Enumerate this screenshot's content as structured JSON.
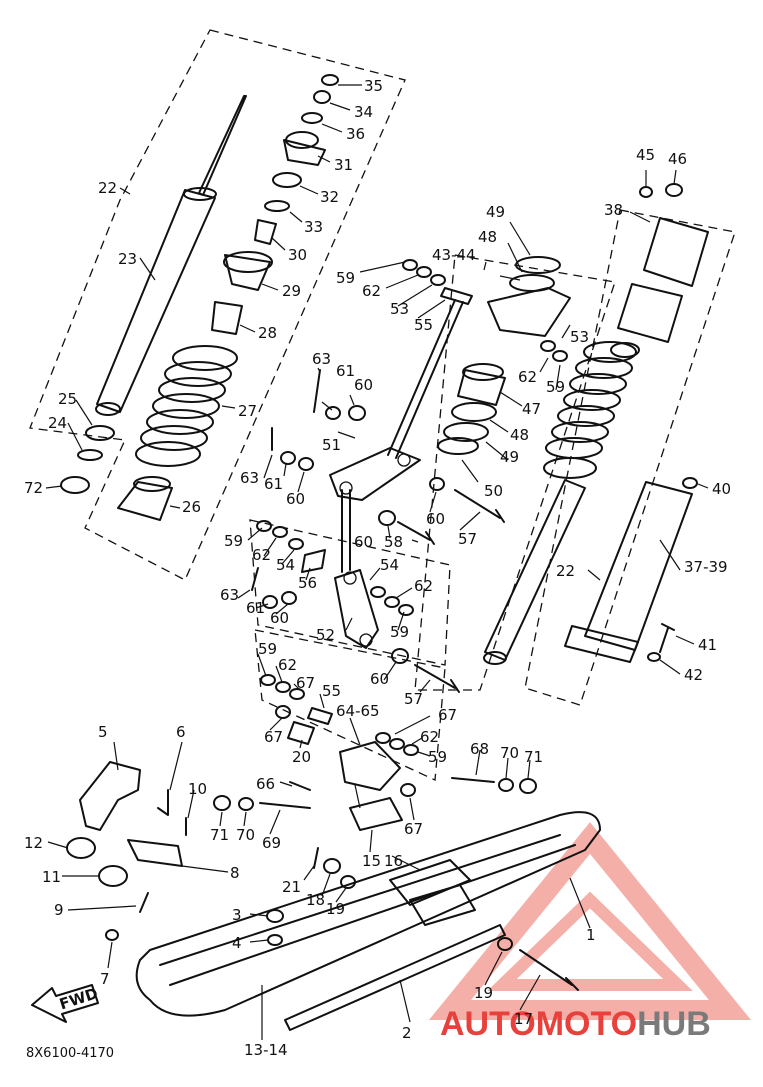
{
  "diagram_code": "8X6100-4170",
  "fwd_label": "FWD",
  "watermark": {
    "text_auto": "AUTO",
    "text_moto": "MOTO",
    "text_hub": "HUB",
    "color_red": "#e8403b",
    "color_gray": "#7a7a7a",
    "color_light": "#f4b0a8"
  },
  "labels": {
    "l1": "1",
    "l2": "2",
    "l3": "3",
    "l4": "4",
    "l5": "5",
    "l6": "6",
    "l7": "7",
    "l8": "8",
    "l9": "9",
    "l10": "10",
    "l11": "11",
    "l12": "12",
    "l13_14": "13-14",
    "l15": "15",
    "l16": "16",
    "l17": "17",
    "l18": "18",
    "l19a": "19",
    "l19b": "19",
    "l20": "20",
    "l21": "21",
    "l22a": "22",
    "l22b": "22",
    "l23": "23",
    "l24": "24",
    "l25": "25",
    "l26": "26",
    "l27": "27",
    "l28": "28",
    "l29": "29",
    "l30": "30",
    "l31": "31",
    "l32": "32",
    "l33": "33",
    "l34": "34",
    "l35": "35",
    "l36": "36",
    "l37_39": "37-39",
    "l38": "38",
    "l40": "40",
    "l41": "41",
    "l42": "42",
    "l43_44": "43-44",
    "l45": "45",
    "l46": "46",
    "l47": "47",
    "l48a": "48",
    "l48b": "48",
    "l49a": "49",
    "l49b": "49",
    "l50": "50",
    "l51": "51",
    "l52": "52",
    "l53a": "53",
    "l53b": "53",
    "l54a": "54",
    "l54b": "54",
    "l55a": "55",
    "l55b": "55",
    "l56": "56",
    "l57a": "57",
    "l57b": "57",
    "l58": "58",
    "l59a": "59",
    "l59b": "59",
    "l59c": "59",
    "l59d": "59",
    "l59e": "59",
    "l59f": "59",
    "l60a": "60",
    "l60b": "60",
    "l60c": "60",
    "l60d": "60",
    "l60e": "60",
    "l60f": "60",
    "l61a": "61",
    "l61b": "61",
    "l61c": "61",
    "l62a": "62",
    "l62b": "62",
    "l62c": "62",
    "l62d": "62",
    "l62e": "62",
    "l62f": "62",
    "l63a": "63",
    "l63b": "63",
    "l63c": "63",
    "l64_65": "64-65",
    "l66": "66",
    "l67a": "67",
    "l67b": "67",
    "l67c": "67",
    "l67d": "67",
    "l68": "68",
    "l69": "69",
    "l70a": "70",
    "l70b": "70",
    "l71a": "71",
    "l71b": "71",
    "l72": "72"
  }
}
